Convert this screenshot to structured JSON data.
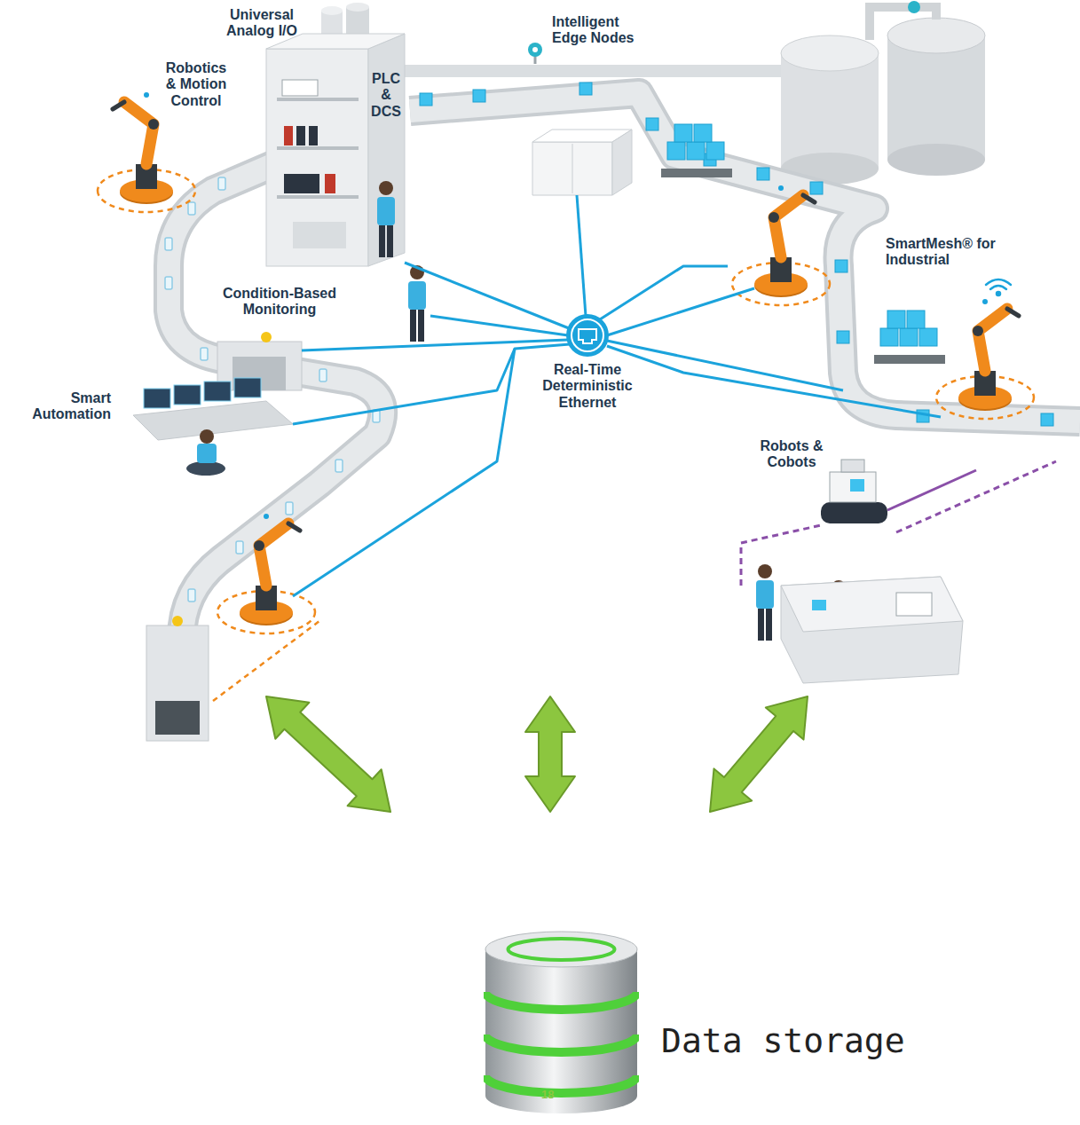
{
  "diagram": {
    "nodes": [
      {
        "text": [
          "Universal Analog I/O",
          "Intelligent Edge Nodes",
          "Robotics & Motion Control",
          "PLC & DCS",
          "SmartMesh® for Industrial",
          "Condition-Based Monitoring",
          "Smart Automation",
          "Robots & Cobots"
        ]
      },
      {
        "text": [
          "Real-Time Deterministic Ethernet"
        ],
        "in": 0
      },
      {
        "text": [
          "Data storage"
        ]
      }
    ],
    "edges": [
      {
        "from": 0,
        "to": 2,
        "arrow": "both"
      },
      {
        "from": 0,
        "to": 2,
        "arrow": "both"
      },
      {
        "from": 0,
        "to": 2,
        "arrow": "both"
      }
    ],
    "labels": [
      "18"
    ]
  }
}
